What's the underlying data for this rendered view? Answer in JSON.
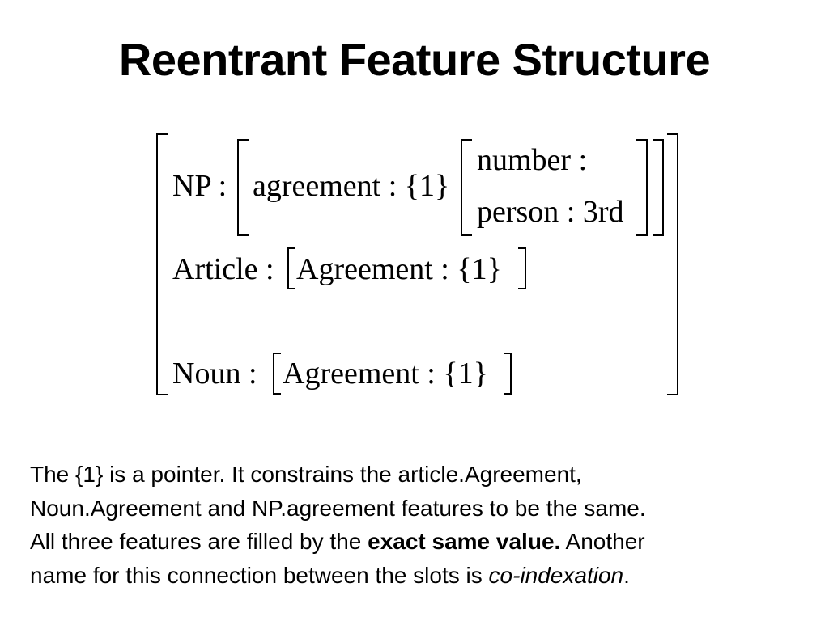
{
  "title": "Reentrant Feature Structure",
  "feature_structure": {
    "np_label": "NP :",
    "agreement_label": "agreement : {1}",
    "number_label": "number :",
    "person_label": "person : 3rd",
    "article_label": "Article :",
    "article_agreement": "Agreement : {1}",
    "noun_label": "Noun :",
    "noun_agreement": "Agreement : {1}"
  },
  "explanation": {
    "line1": "The {1} is a pointer.  It constrains the article.Agreement,",
    "line2": "Noun.Agreement and NP.agreement features to be the same.",
    "line3_pre": "All three features are filled by the ",
    "line3_bold": "exact same value.",
    "line3_post": " Another",
    "line4_pre": "name for this connection between the slots is ",
    "line4_italic": "co-indexation",
    "line4_post": "."
  }
}
